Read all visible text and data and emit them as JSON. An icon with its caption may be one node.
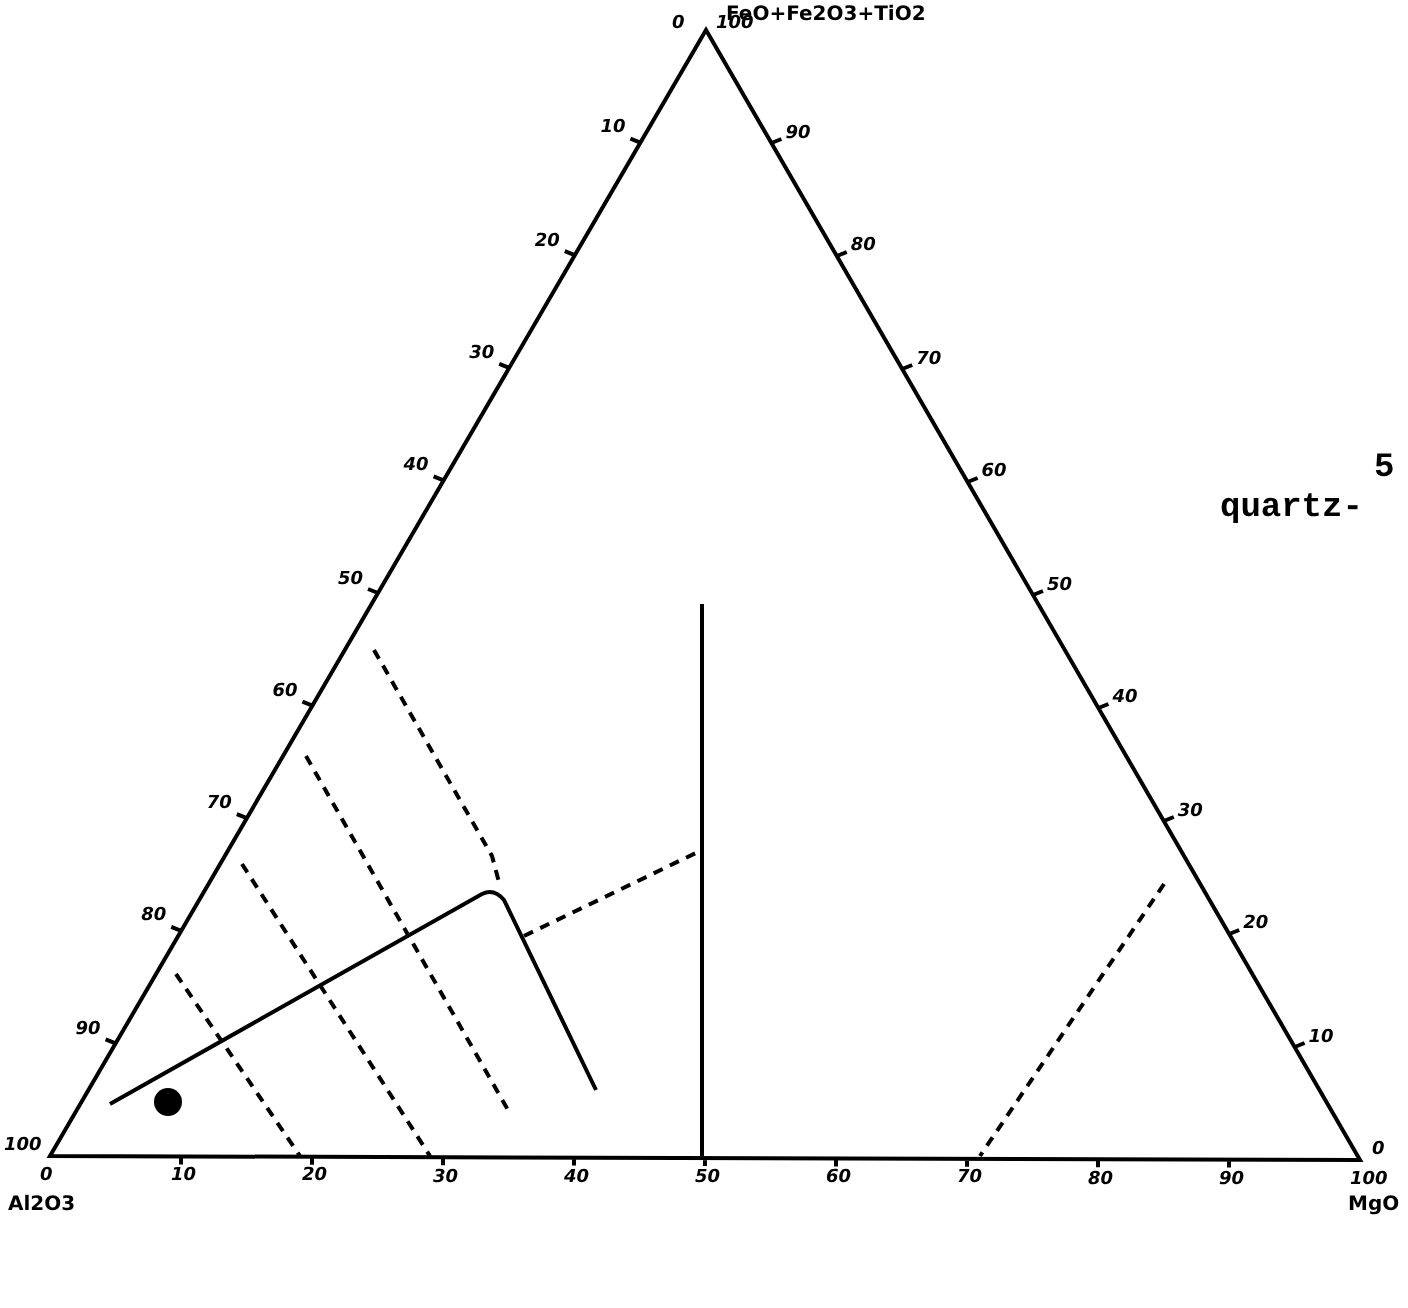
{
  "diagram": {
    "labels": [
      "FeO+Fe2O3+TiO2",
      "0",
      "100",
      "10",
      "20",
      "30",
      "40",
      "50",
      "60",
      "70",
      "80",
      "90",
      "90",
      "80",
      "70",
      "60",
      "50",
      "40",
      "30",
      "20",
      "10",
      "5",
      "quartz-",
      "100",
      "0",
      "0",
      "10",
      "20",
      "30",
      "40",
      "50",
      "60",
      "70",
      "80",
      "90",
      "100",
      "Al2O3",
      "MgO"
    ]
  }
}
